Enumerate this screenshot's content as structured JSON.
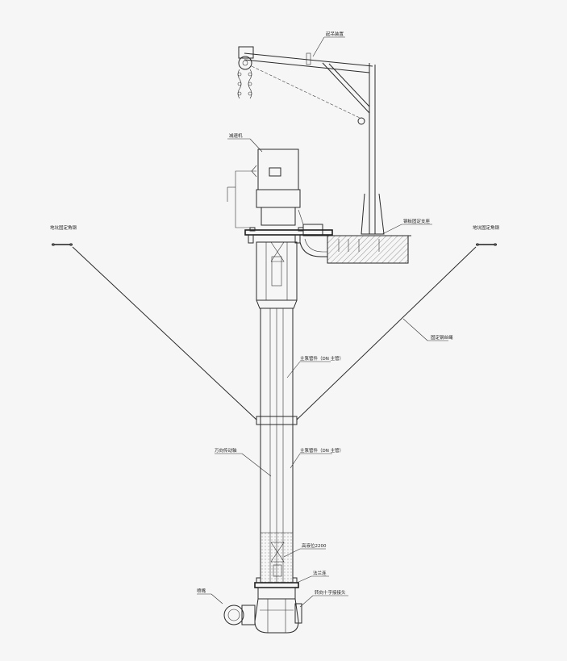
{
  "labels": {
    "hoist": "起吊装置",
    "motor": "减速机",
    "ground_anchor_left": "地坑固定角钢",
    "ground_anchor_right": "地坑固定角钢",
    "support_base": "钢板固定支座",
    "guy_wire": "固定钢丝绳",
    "shaft_upper": "主泵管件（DN 主管）",
    "shaft_lower": "主泵管件（DN 主管）",
    "transmission_shaft": "万向传动轴",
    "water_level": "高液位2200",
    "flange": "法兰连",
    "bottom_assembly": "转向十字接接头",
    "nozzle": "喷嘴"
  }
}
